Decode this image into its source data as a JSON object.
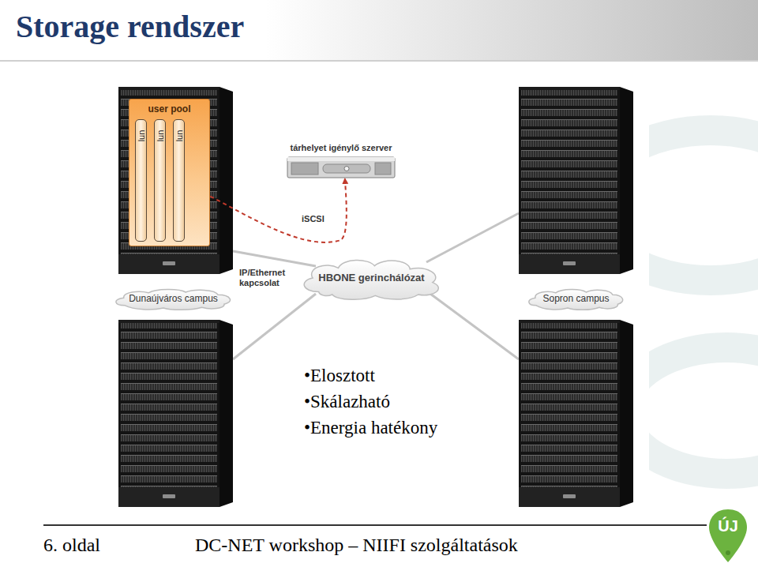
{
  "diagram": {
    "title": "Storage rendszer",
    "nodes": [
      {
        "text": [
          "user pool"
        ]
      },
      {
        "text": [
          "lun"
        ],
        "in": 0
      },
      {
        "text": [
          "lun"
        ],
        "in": 0
      },
      {
        "text": [
          "lun"
        ],
        "in": 0
      },
      {
        "text": [
          "tárhelyet igénylő szerver"
        ]
      },
      {
        "text": [
          "HBONE gerinchálózat"
        ]
      },
      {
        "text": [
          "Dunaújváros campus"
        ]
      },
      {
        "text": [
          "Sopron campus"
        ]
      }
    ],
    "edges": [
      {
        "from": 3,
        "to": 4,
        "label": "iSCSI",
        "arrow": "both"
      }
    ],
    "labels": [
      "IP/Ethernet kapcsolat",
      "•Elosztott",
      "•Skálazható",
      "•Energia hatékony",
      "6. oldal",
      "DC-NET workshop – NIIFI szolgáltatások",
      "ÚJ"
    ]
  }
}
